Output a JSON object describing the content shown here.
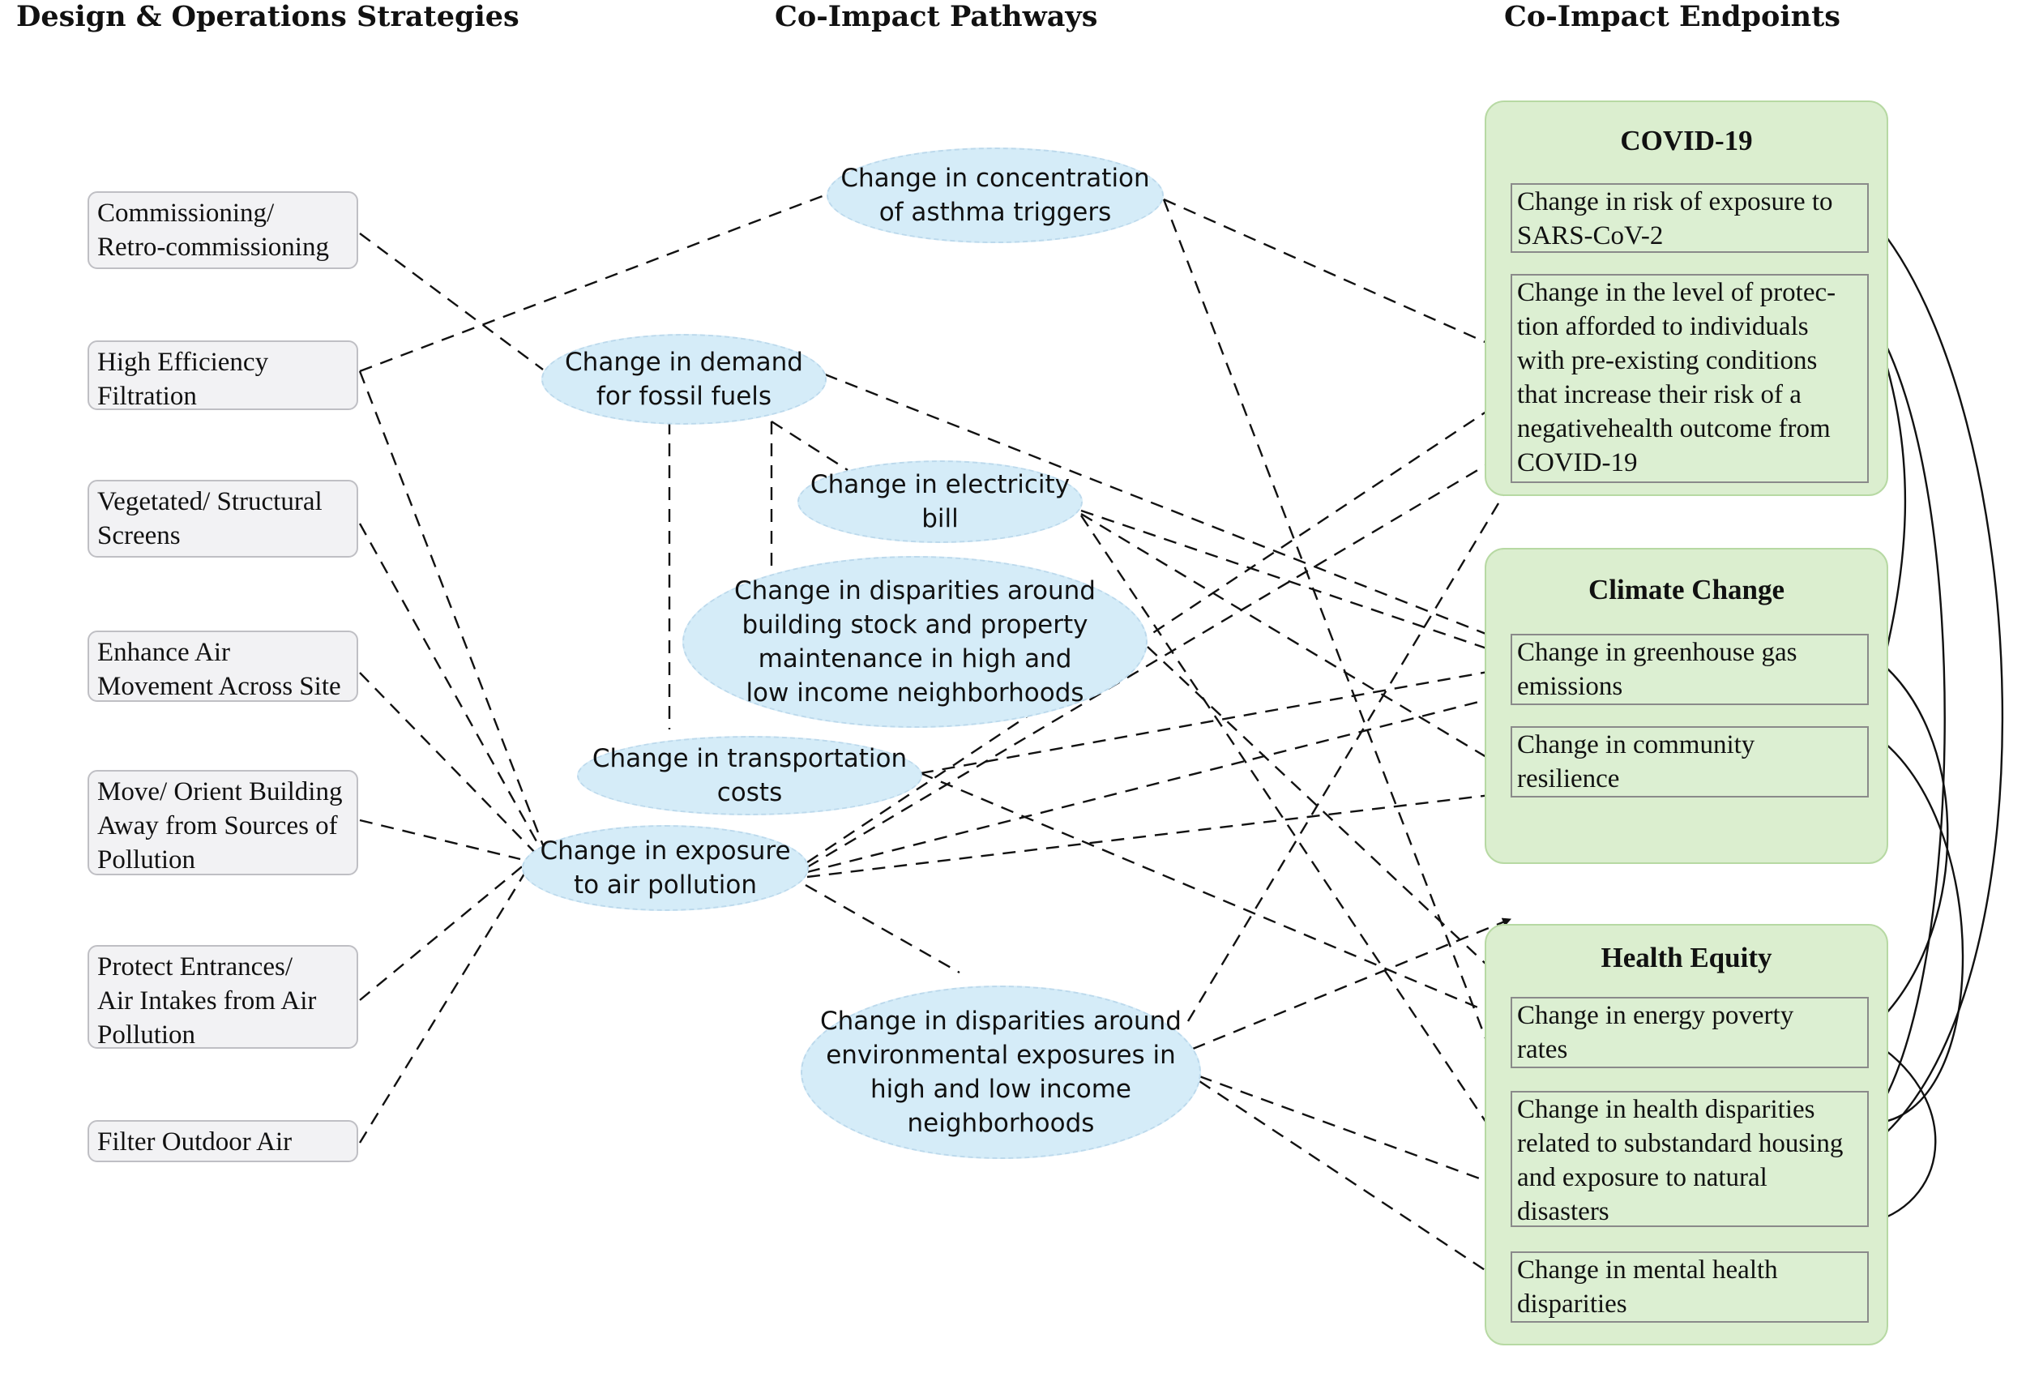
{
  "columns": {
    "strategies_title": "Design & Operations Strategies",
    "pathways_title": "Co-Impact Pathways",
    "endpoints_title": "Co-Impact Endpoints"
  },
  "strategies": [
    "Commissioning/\nRetro-commissioning",
    "High Efficiency\nFiltration",
    "Vegetated/ Structural\nScreens",
    "Enhance Air\nMovement Across Site",
    "Move/ Orient Building\nAway from Sources of\nPollution",
    "Protect Entrances/\nAir Intakes from Air\nPollution",
    "Filter Outdoor Air"
  ],
  "pathways": [
    "Change in concentration\nof asthma triggers",
    "Change in demand\nfor fossil fuels",
    "Change in electricity\nbill",
    "Change in disparities around\nbuilding stock and property\nmaintenance in high and\nlow income neighborhoods",
    "Change in transportation\ncosts",
    "Change in exposure\nto air pollution",
    "Change in disparities around\nenvironmental exposures in\nhigh and low income\nneighborhoods"
  ],
  "groups": {
    "covid": "COVID-19",
    "climate": "Climate Change",
    "equity": "Health Equity"
  },
  "endpoints": [
    [
      "Change in risk of exposure to",
      "SARS-CoV-2"
    ],
    [
      "Change in the level of protec-",
      "tion afforded to individuals",
      "with pre-existing conditions",
      "that increase their risk of a",
      "negativehealth outcome from",
      "COVID-19"
    ],
    [
      "Change in greenhouse gas",
      "emissions"
    ],
    [
      "Change in community",
      "resilience"
    ],
    [
      "Change in energy poverty",
      "rates"
    ],
    [
      "Change in health disparities",
      "related to substandard housing",
      "and exposure to natural",
      "disasters"
    ],
    [
      "Change in mental health",
      "disparities"
    ]
  ],
  "colors": {
    "strategy_fill": "#f2f2f4",
    "pathway_fill": "#d5ecf8",
    "group_fill": "#dbeecf",
    "line": "#111111"
  }
}
